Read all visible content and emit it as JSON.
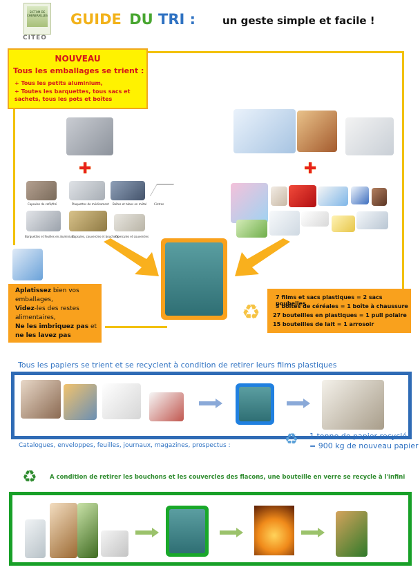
{
  "header": {
    "logo_text": "SICTOM DE CHENERAILLES",
    "citeo": "CITEO",
    "title_guide": "GUIDE",
    "title_du": "DU",
    "title_tri": "TRI :",
    "subtitle": "un geste simple et facile !"
  },
  "nouveau": {
    "heading": "NOUVEAU",
    "line": "Tous les emballages se trient :",
    "items": [
      "+ Tous les petits aluminium,",
      "+ Toutes les barquettes, tous sacs et sachets, tous les pots et boîtes"
    ]
  },
  "captions": {
    "c1": "Capsules de café/thé",
    "c2": "Plaquettes de médicament",
    "c3": "Boîtes et tubes en métal",
    "c4": "Cintres",
    "c5": "Barquettes et feuilles en aluminium",
    "c6": "Capsules, couvercles et bouchons",
    "c7": "Opercules et couvercles"
  },
  "tips": [
    "Aplatissez bien vos emballages,",
    "Videz-les des restes alimentaires,",
    "Ne les imbriquez pas et ne les lavez pas"
  ],
  "tips_bold": [
    "Aplatissez",
    "Videz",
    "Ne les imbriquez pas",
    "ne les lavez pas"
  ],
  "equivalences": [
    "7 films et sacs plastiques = 2 sacs poubelles",
    "3 boîtes de céréales = 1 boîte à chaussure",
    "27 bouteilles en plastiques = 1 pull polaire",
    "15 bouteilles de lait = 1 arrosoir"
  ],
  "paper": {
    "title": "Tous les papiers se trient et se recyclent à condition de retirer leurs films plastiques",
    "caption": "Catalogues, enveloppes, feuilles, journaux, magazines, prospectus :",
    "result1": "1 tonne de papier recyclé",
    "result2": "= 900 kg de nouveau papier"
  },
  "glass": {
    "title": "A condition de retirer les bouchons et les couvercles des flacons, une bouteille en verre se recycle à l'infini"
  },
  "colors": {
    "yellow": "#f2c100",
    "orange": "#f9a11d",
    "blue": "#2f6bb5",
    "green": "#18a028",
    "red": "#d4161a"
  }
}
